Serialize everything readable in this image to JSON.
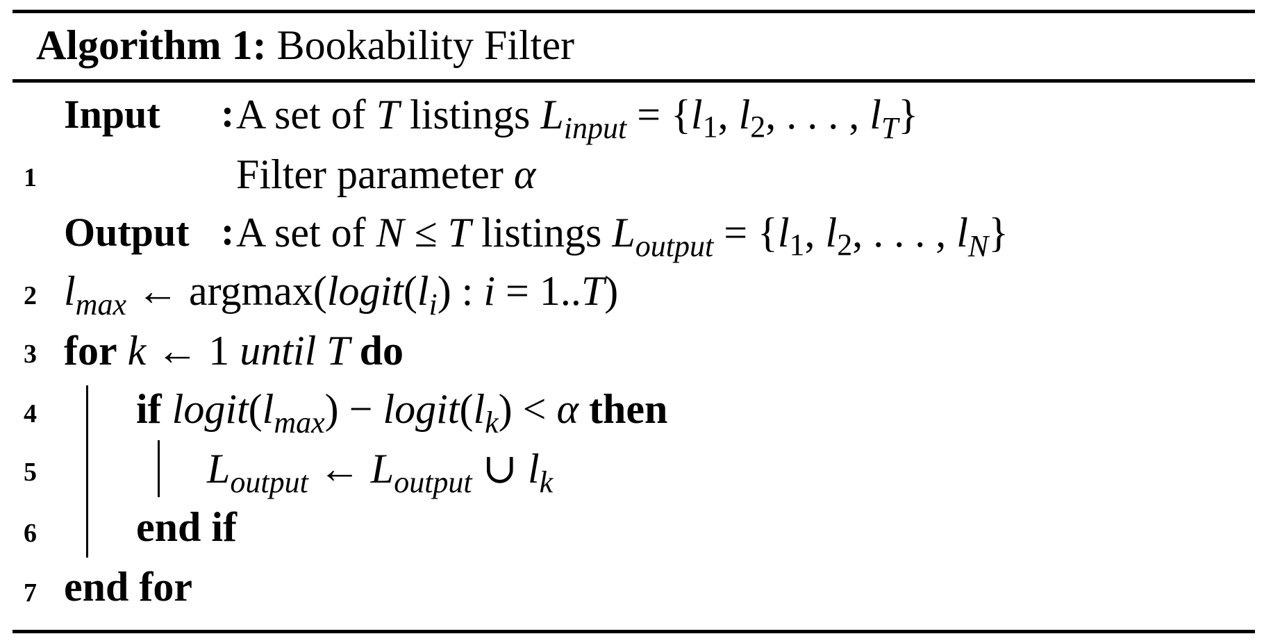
{
  "algorithm": {
    "label": "Algorithm 1:",
    "title": "Bookability Filter"
  },
  "input_label": "Input",
  "output_label": "Output",
  "colon": ":",
  "line_numbers": [
    "1",
    "2",
    "3",
    "4",
    "5",
    "6",
    "7"
  ],
  "input": {
    "text_a": "A set of ",
    "T": "T",
    "text_b": " listings ",
    "L": "L",
    "L_sub": "input",
    "eq": " = {",
    "l1": "l",
    "l1_sub": "1",
    "sep1": ", ",
    "l2": "l",
    "l2_sub": "2",
    "dots": ", . . . , ",
    "lT": "l",
    "lT_sub": "T",
    "close": "}"
  },
  "param": {
    "text": "Filter parameter ",
    "alpha": "α"
  },
  "output": {
    "text_a": "A set of ",
    "N": "N",
    "leq": " ≤ ",
    "T": "T",
    "text_b": " listings ",
    "L": "L",
    "L_sub": "output",
    "eq": " = {",
    "l1": "l",
    "l1_sub": "1",
    "sep1": ", ",
    "l2": "l",
    "l2_sub": "2",
    "dots": ", . . . , ",
    "lN": "l",
    "lN_sub": "N",
    "close": "}"
  },
  "line2": {
    "l": "l",
    "l_sub": "max",
    "arrow": " ← argmax(",
    "logit": "logit",
    "open": "(",
    "li": "l",
    "li_sub": "i",
    "close": ") : ",
    "i": "i",
    "range": " = 1..",
    "T": "T",
    "end": ")"
  },
  "line3": {
    "for": "for",
    "k": " k",
    "arrow": " ← 1 ",
    "until": "until",
    "T": " T ",
    "do": "do"
  },
  "line4": {
    "if": "if",
    "logit1": " logit",
    "open1": "(",
    "l1": "l",
    "l1_sub": "max",
    "close1": ") − ",
    "logit2": "logit",
    "open2": "(",
    "l2": "l",
    "l2_sub": "k",
    "close2": ") < ",
    "alpha": "α",
    "then": " then"
  },
  "line5": {
    "L1": "L",
    "L1_sub": "output",
    "arrow": " ← ",
    "L2": "L",
    "L2_sub": "output",
    "union": " ∪ ",
    "l": "l",
    "l_sub": "k"
  },
  "line6": {
    "text": "end if"
  },
  "line7": {
    "text": "end for"
  }
}
